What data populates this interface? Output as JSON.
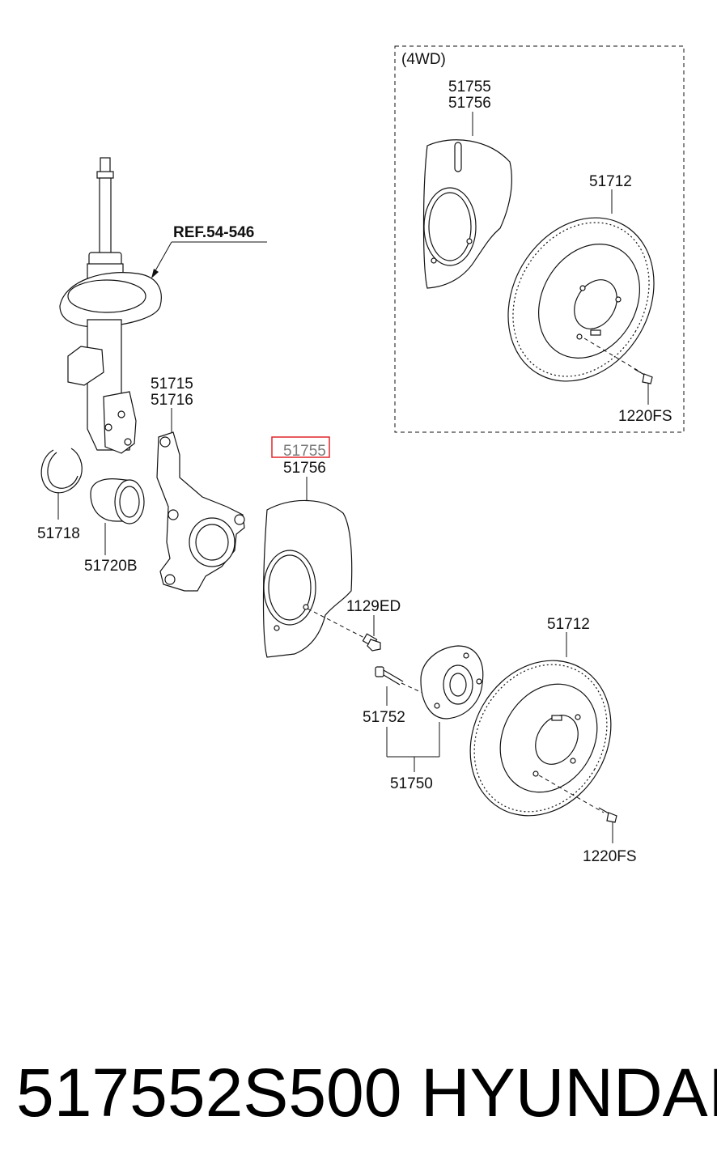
{
  "diagram": {
    "inset_title": "(4WD)",
    "labels": {
      "ref": "REF.54-546",
      "l_51755_top": "51755",
      "l_51756_top": "51756",
      "l_51712_top": "51712",
      "l_1220fs_top": "1220FS",
      "l_51715": "51715",
      "l_51716": "51716",
      "l_51718": "51718",
      "l_51720b": "51720B",
      "l_51755_hl": "51755",
      "l_51756_main": "51756",
      "l_1129ed": "1129ED",
      "l_51712_main": "51712",
      "l_51752": "51752",
      "l_51750": "51750",
      "l_1220fs_main": "1220FS"
    },
    "highlight_color": "#e0262a"
  },
  "footer": {
    "part_number": "517552S500",
    "brand": "HYUNDAI"
  }
}
